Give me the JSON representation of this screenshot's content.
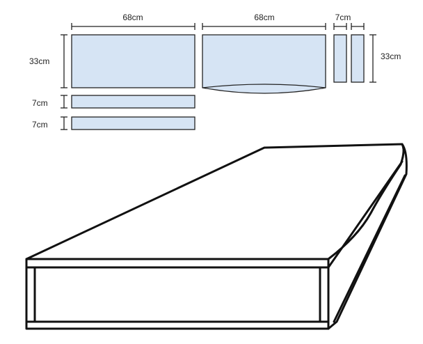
{
  "colors": {
    "panel_fill": "#d6e4f4",
    "stroke": "#222222",
    "background": "#ffffff"
  },
  "panels": {
    "top": {
      "width_label": "68cm",
      "height_label": "33cm"
    },
    "bottom": {
      "width_label": "68cm"
    },
    "sides": {
      "width_label": "7cm",
      "height_label": "33cm"
    },
    "border_strip_1": {
      "height_label": "7cm"
    },
    "border_strip_2": {
      "height_label": "7cm"
    }
  }
}
